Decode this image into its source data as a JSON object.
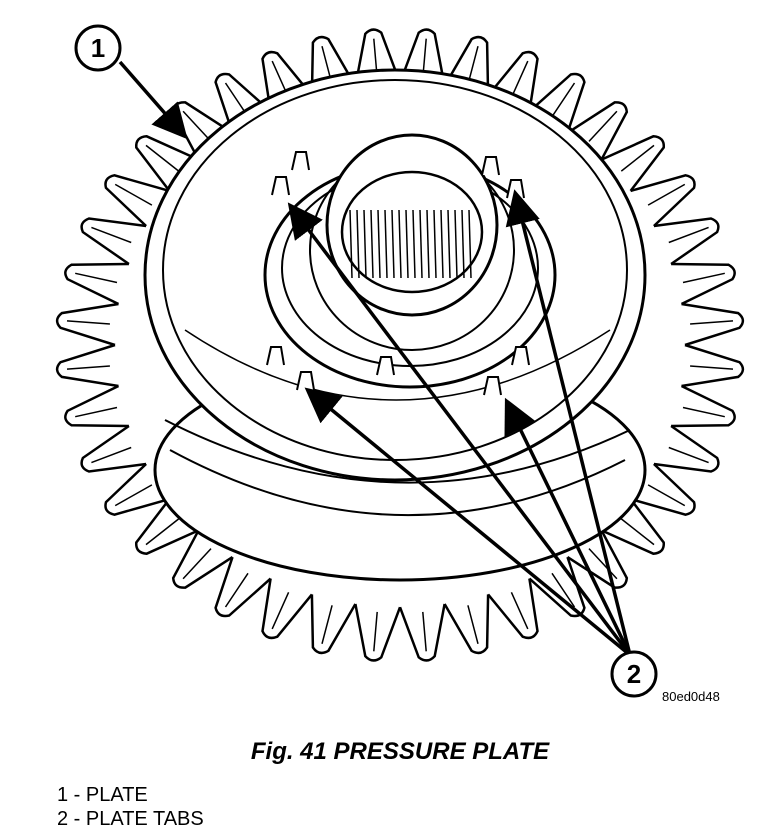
{
  "figure": {
    "reference_code": "80ed0d48",
    "caption": "Fig. 41 PRESSURE PLATE",
    "callouts": [
      {
        "number": "1",
        "label": "1 - PLATE"
      },
      {
        "number": "2",
        "label": "2 - PLATE TABS"
      }
    ]
  }
}
